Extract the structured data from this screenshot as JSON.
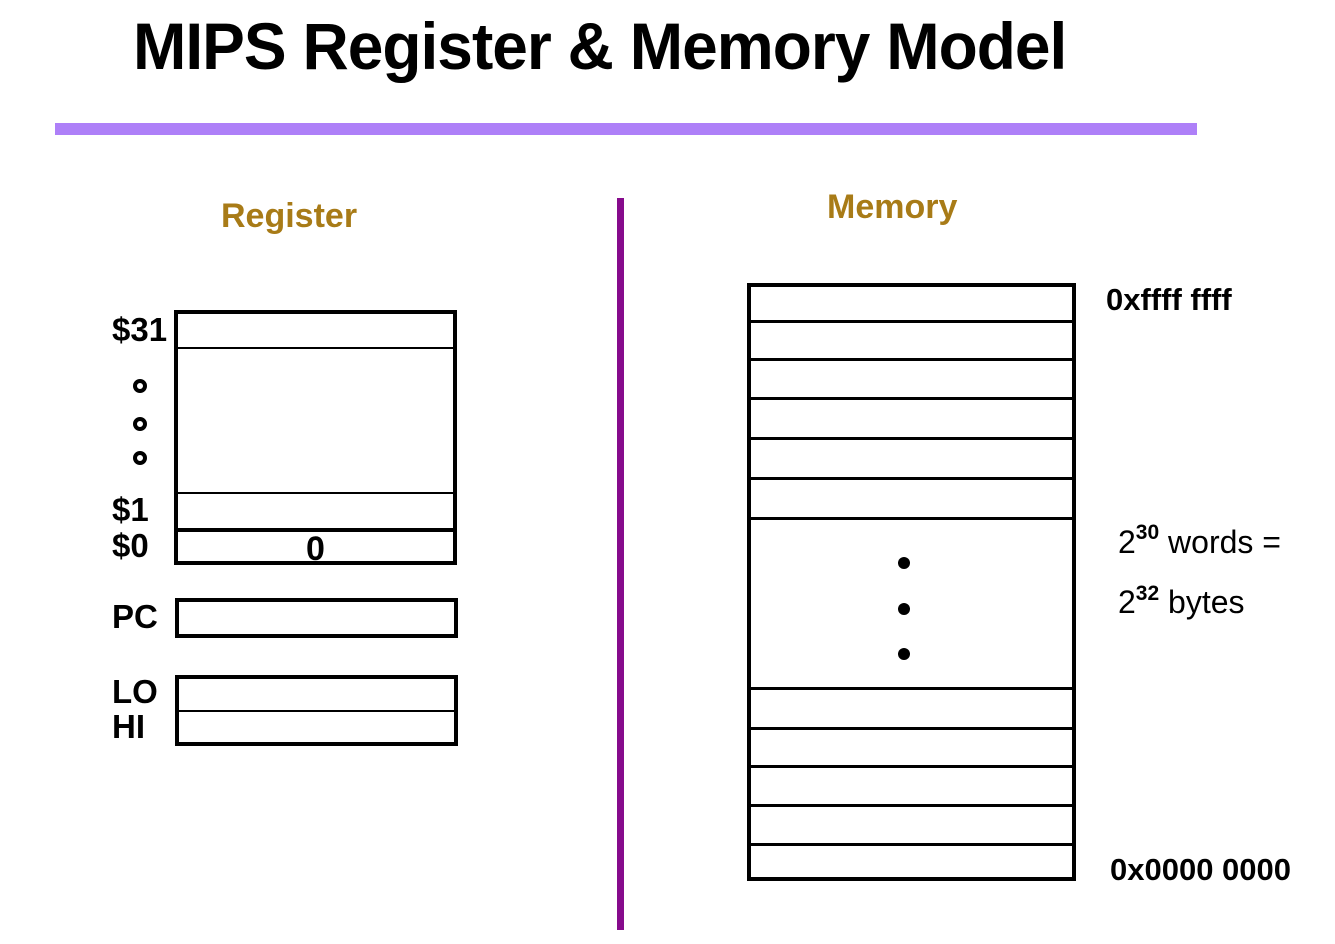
{
  "title": "MIPS Register & Memory Model",
  "register": {
    "heading": "Register",
    "labels": {
      "r31": "$31",
      "r1": "$1",
      "r0": "$0",
      "pc": "PC",
      "lo": "LO",
      "hi": "HI"
    },
    "zero_value": "0",
    "ellipsis_dots_count": 3
  },
  "memory": {
    "heading": "Memory",
    "addr_top": "0xffff ffff",
    "addr_bottom": "0x0000 0000",
    "capacity": {
      "base1": "2",
      "exp1": "30",
      "rest1": " words =",
      "base2": "2",
      "exp2": "32",
      "rest2": " bytes"
    },
    "rows_above_count": 6,
    "rows_below_count": 5,
    "ellipsis_dots_count": 3
  },
  "colors": {
    "heading": "#A87B17",
    "accent_bar": "#AE80F8",
    "section_divider": "#860B8C",
    "text": "#000000"
  }
}
